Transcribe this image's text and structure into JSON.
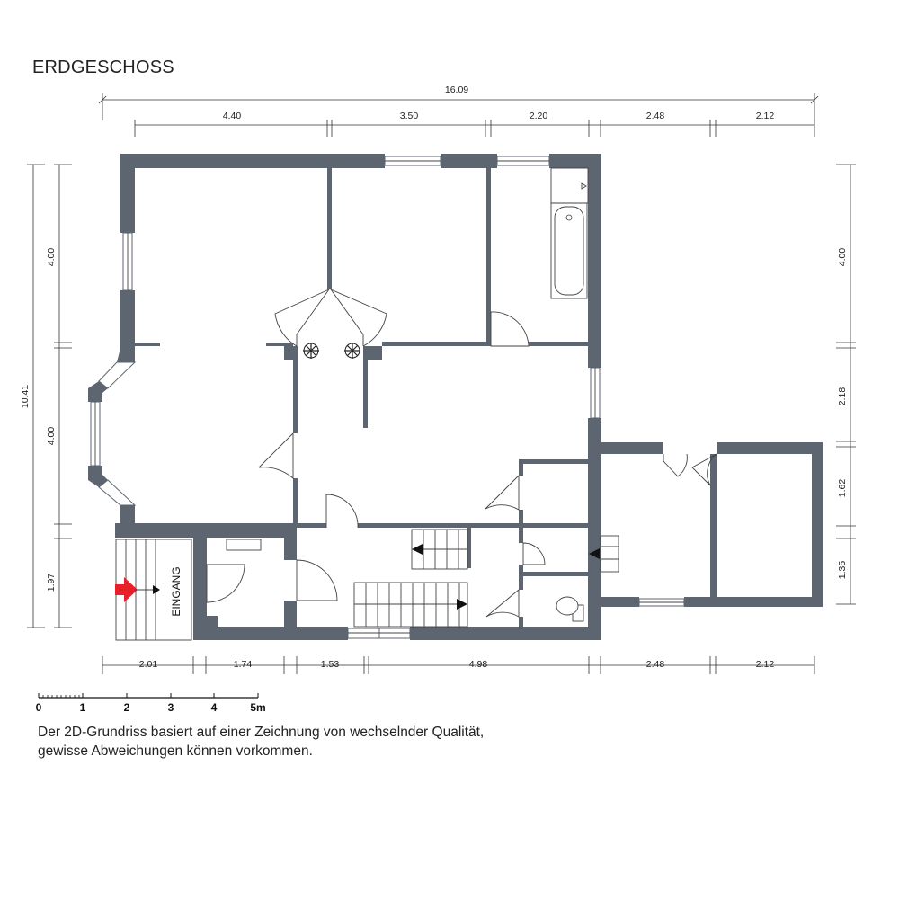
{
  "floor_title": "ERDGESCHOSS",
  "entrance_label": "EINGANG",
  "dimensions": {
    "top_total": "16.09",
    "top": [
      "4.40",
      "3.50",
      "2.20",
      "2.48",
      "2.12"
    ],
    "bottom": [
      "2.01",
      "1.74",
      "1.53",
      "4.98",
      "2.48",
      "2.12"
    ],
    "left_total": "10.41",
    "left": [
      "4.00",
      "4.00",
      "1.97"
    ],
    "right": [
      "4.00",
      "2.18",
      "1.62",
      "1.35"
    ]
  },
  "scale_bar": {
    "labels": [
      "0",
      "1",
      "2",
      "3",
      "4",
      "5m"
    ]
  },
  "disclaimer": {
    "line1": "Der 2D-Grundriss basiert auf einer Zeichnung von wechselnder Qualität,",
    "line2": "gewisse Abweichungen können vorkommen."
  },
  "colors": {
    "wall": "#5d6670",
    "entrance_arrow": "#e8202a"
  }
}
